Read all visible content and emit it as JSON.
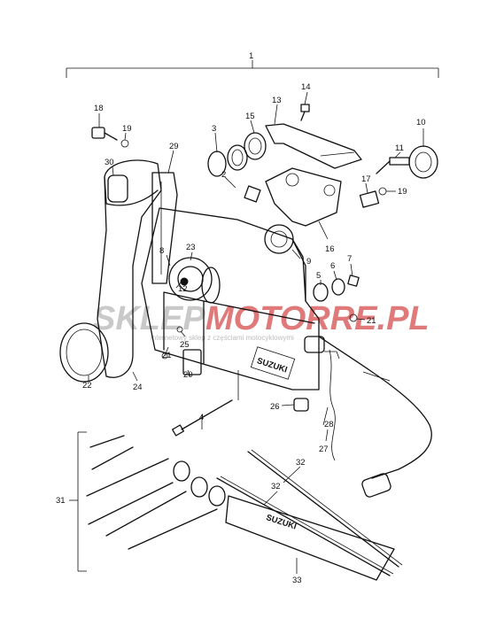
{
  "callouts": [
    {
      "id": "c1",
      "text": "1"
    },
    {
      "id": "c2",
      "text": "2"
    },
    {
      "id": "c3",
      "text": "3"
    },
    {
      "id": "c4",
      "text": "4"
    },
    {
      "id": "c5",
      "text": "5"
    },
    {
      "id": "c6",
      "text": "6"
    },
    {
      "id": "c7",
      "text": "7"
    },
    {
      "id": "c8",
      "text": "8"
    },
    {
      "id": "c9",
      "text": "9"
    },
    {
      "id": "c10",
      "text": "10"
    },
    {
      "id": "c11",
      "text": "11"
    },
    {
      "id": "c12",
      "text": "12"
    },
    {
      "id": "c13",
      "text": "13"
    },
    {
      "id": "c14",
      "text": "14"
    },
    {
      "id": "c15",
      "text": "15"
    },
    {
      "id": "c16",
      "text": "16"
    },
    {
      "id": "c17",
      "text": "17"
    },
    {
      "id": "c18",
      "text": "18"
    },
    {
      "id": "c19a",
      "text": "19"
    },
    {
      "id": "c19b",
      "text": "19"
    },
    {
      "id": "c20",
      "text": "20"
    },
    {
      "id": "c21a",
      "text": "21"
    },
    {
      "id": "c21b",
      "text": "21"
    },
    {
      "id": "c22",
      "text": "22"
    },
    {
      "id": "c23",
      "text": "23"
    },
    {
      "id": "c24",
      "text": "24"
    },
    {
      "id": "c25",
      "text": "25"
    },
    {
      "id": "c26",
      "text": "26"
    },
    {
      "id": "c27",
      "text": "27"
    },
    {
      "id": "c28",
      "text": "28"
    },
    {
      "id": "c29",
      "text": "29"
    },
    {
      "id": "c30",
      "text": "30"
    },
    {
      "id": "c31",
      "text": "31"
    },
    {
      "id": "c32a",
      "text": "32"
    },
    {
      "id": "c32b",
      "text": "32"
    },
    {
      "id": "c33",
      "text": "33"
    }
  ],
  "housing_brand": "SUZUKI",
  "plate_brand": "SUZUKI",
  "watermark": {
    "text_a": "SKLEP",
    "text_b": "MOTORRE.PL",
    "subtitle": "internetowy sklep z częściami motocyklowymi",
    "color_a": "#c9c9c9",
    "color_b": "#e07a7a"
  }
}
